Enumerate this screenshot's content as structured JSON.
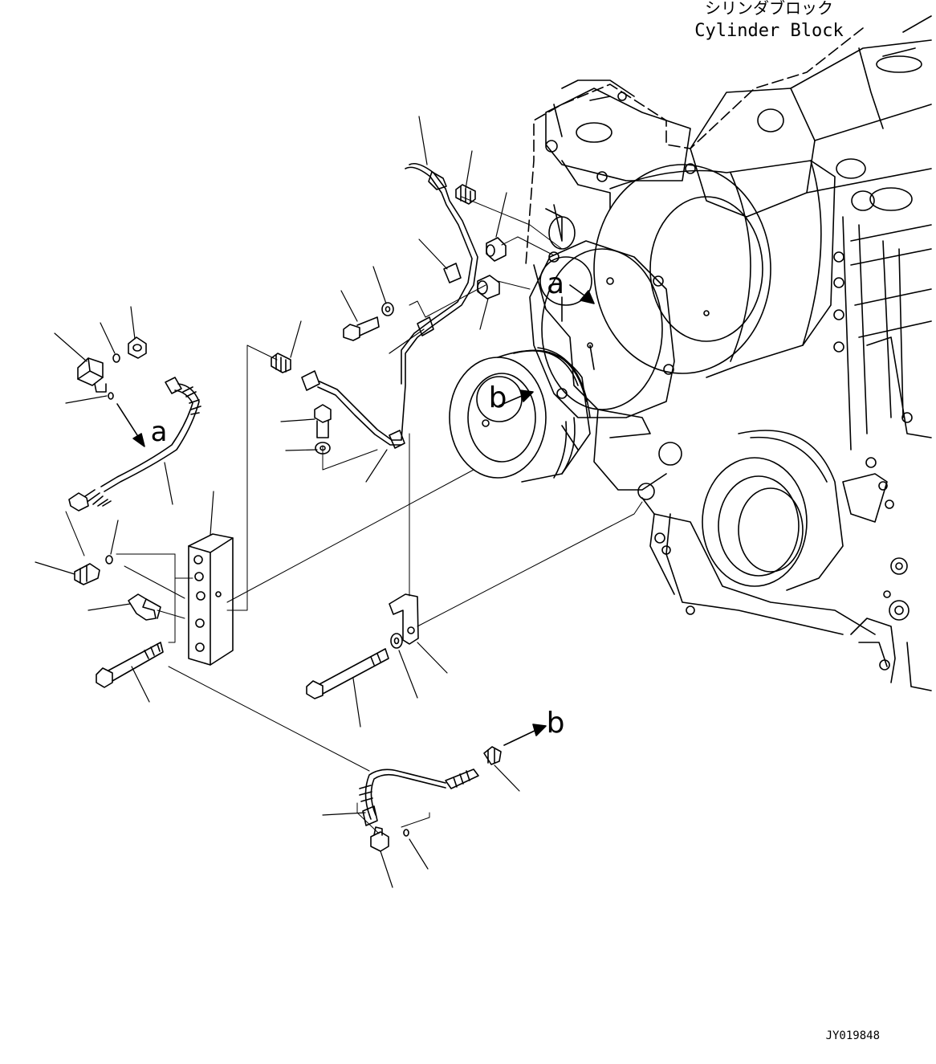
{
  "diagram": {
    "title_jp": "シリンダブロック",
    "title_en": "Cylinder Block",
    "callouts": [
      {
        "id": "a",
        "label": "a"
      },
      {
        "id": "b",
        "label": "b"
      }
    ],
    "drawing_number": "JY019848"
  }
}
